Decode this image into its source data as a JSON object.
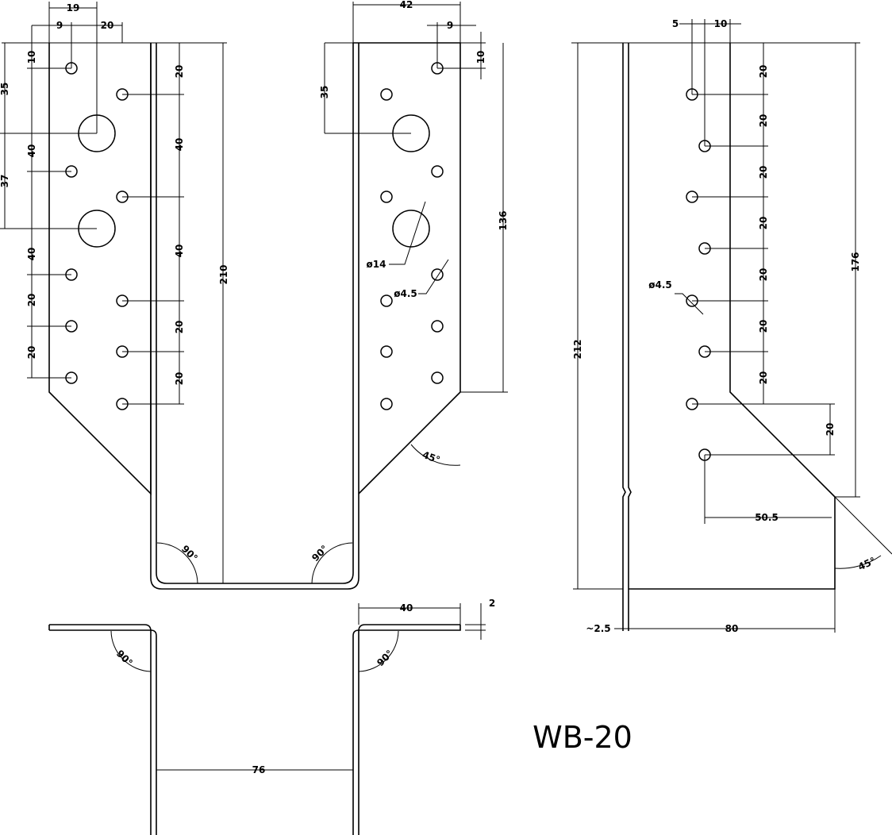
{
  "title": "WB-20",
  "front_view": {
    "top_dims": [
      "19",
      "9",
      "20"
    ],
    "left_dims": [
      "35",
      "37",
      "10",
      "40",
      "40",
      "20",
      "20"
    ],
    "center_dims": [
      "20",
      "40",
      "40",
      "20",
      "20"
    ],
    "overall_height": "210",
    "right_flange_dims": [
      "42",
      "9",
      "10",
      "35",
      "136"
    ],
    "large_hole_label": "ø14",
    "small_hole_label": "ø4.5",
    "bend_angles": [
      "90°",
      "90°"
    ],
    "chamfer_angle": "45°"
  },
  "side_view": {
    "top_dims": [
      "5",
      "10"
    ],
    "pitch_dims": [
      "20",
      "20",
      "20",
      "20",
      "20",
      "20",
      "20",
      "20"
    ],
    "hole_label": "ø4.5",
    "overall_height": "212",
    "flange_height": "176",
    "bottom_offset": "50.5",
    "chamfer_angle": "45°",
    "thickness": "~2.5",
    "depth": "80"
  },
  "top_view": {
    "thickness": "2",
    "flange_width": "40",
    "inner_width": "76",
    "bend_angles": [
      "90°",
      "90°"
    ]
  }
}
